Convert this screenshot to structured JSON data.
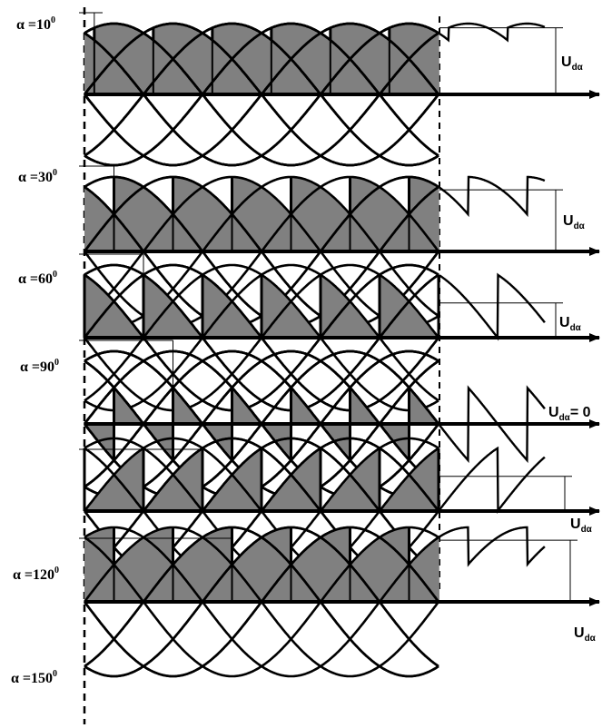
{
  "panels": [
    {
      "id": "p10",
      "alpha_deg": 10,
      "alpha_text": "α =10",
      "deg_mark": "0",
      "ud_main": "U",
      "ud_sub": "dα",
      "ud_suffix": ""
    },
    {
      "id": "p30",
      "alpha_deg": 30,
      "alpha_text": "α =30",
      "deg_mark": "0",
      "ud_main": "U",
      "ud_sub": "dα",
      "ud_suffix": ""
    },
    {
      "id": "p60",
      "alpha_deg": 60,
      "alpha_text": "α =60",
      "deg_mark": "0",
      "ud_main": "U",
      "ud_sub": "dα",
      "ud_suffix": ""
    },
    {
      "id": "p90",
      "alpha_deg": 90,
      "alpha_text": "α =90",
      "deg_mark": "0",
      "ud_main": "U",
      "ud_sub": "dα",
      "ud_suffix": "= 0"
    },
    {
      "id": "p120",
      "alpha_deg": 120,
      "alpha_text": "α =120",
      "deg_mark": "0",
      "ud_main": "U",
      "ud_sub": "dα",
      "ud_suffix": ""
    },
    {
      "id": "p150",
      "alpha_deg": 150,
      "alpha_text": "α =150",
      "deg_mark": "0",
      "ud_main": "U",
      "ud_sub": "dα",
      "ud_suffix": ""
    }
  ],
  "colors": {
    "fill": "#808080",
    "line": "#000000",
    "background": "#ffffff"
  }
}
